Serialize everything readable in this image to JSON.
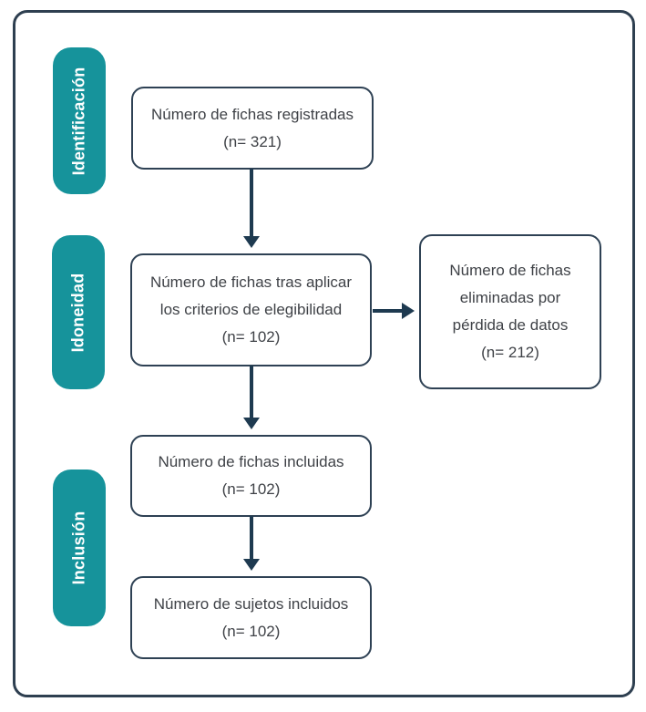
{
  "colors": {
    "teal": "#16939B",
    "box-border": "#2E4154",
    "frame-border": "#2E3F50",
    "arrow": "#1E3A50",
    "text": "#3F4247",
    "stage-text": "#FFFFFF",
    "background": "#FFFFFF"
  },
  "stages": [
    {
      "label": "Identificación"
    },
    {
      "label": "Idoneidad"
    },
    {
      "label": "Inclusión"
    }
  ],
  "boxes": {
    "registered": {
      "lines": [
        "Número de fichas registradas",
        "(n= 321)"
      ]
    },
    "eligibility": {
      "lines": [
        "Número de fichas tras aplicar",
        "los criterios de elegibilidad",
        "(n= 102)"
      ]
    },
    "eliminated": {
      "lines": [
        "Número de fichas",
        "eliminadas por",
        "pérdida de datos",
        "(n= 212)"
      ]
    },
    "included_records": {
      "lines": [
        "Número de fichas incluidas",
        "(n= 102)"
      ]
    },
    "included_subjects": {
      "lines": [
        "Número de sujetos incluidos",
        "(n= 102)"
      ]
    }
  }
}
